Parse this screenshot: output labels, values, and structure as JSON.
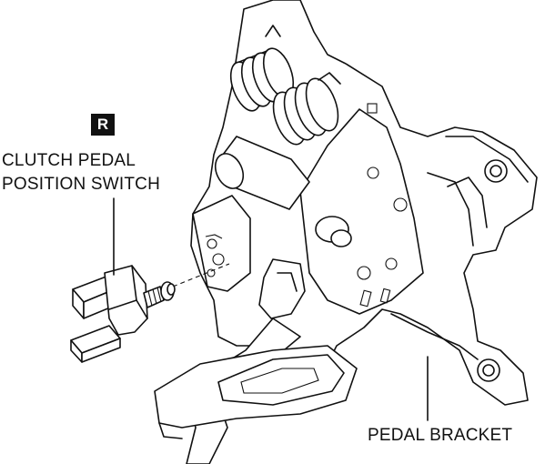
{
  "badge": {
    "letter": "R"
  },
  "labels": {
    "switch_line1": "CLUTCH PEDAL",
    "switch_line2": "POSITION SWITCH",
    "bracket": "PEDAL BRACKET"
  },
  "colors": {
    "ink": "#111111",
    "background": "#ffffff"
  }
}
